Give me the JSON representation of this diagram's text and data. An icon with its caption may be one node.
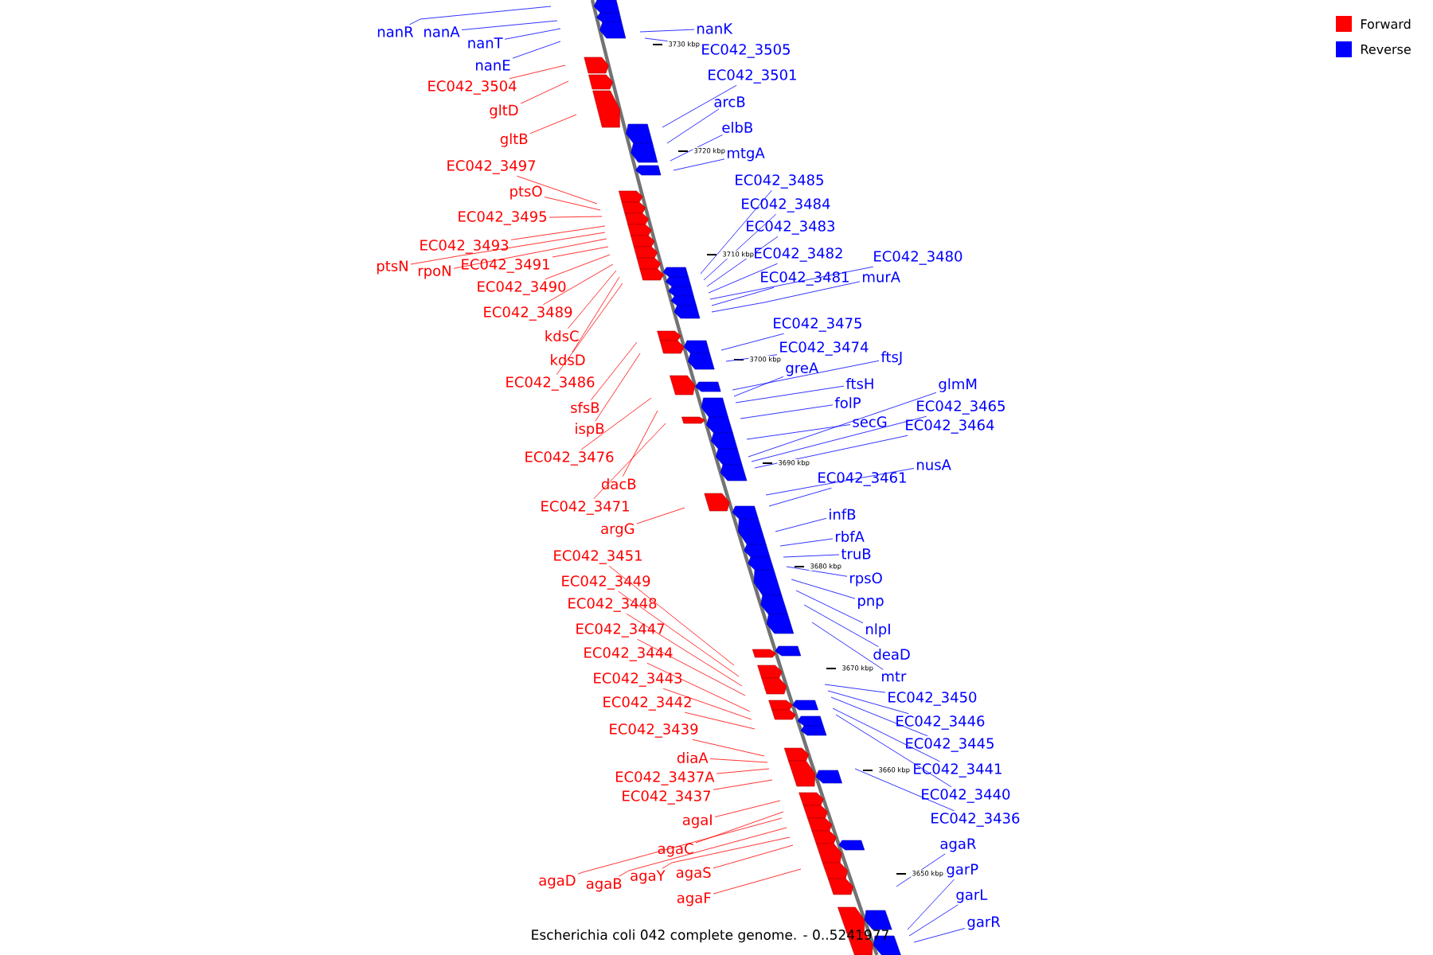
{
  "diagram": {
    "caption": "Escherichia coli 042 complete genome. - 0..5241977",
    "nodes": [
      {
        "text": [
          "nanR"
        ]
      },
      {
        "text": [
          "nanA"
        ]
      },
      {
        "text": [
          "nanT"
        ]
      },
      {
        "text": [
          "nanE"
        ]
      },
      {
        "text": [
          "EC042_3504"
        ]
      },
      {
        "text": [
          "gltD"
        ]
      },
      {
        "text": [
          "gltB"
        ]
      },
      {
        "text": [
          "EC042_3497"
        ]
      },
      {
        "text": [
          "ptsO"
        ]
      },
      {
        "text": [
          "EC042_3495"
        ]
      },
      {
        "text": [
          "EC042_3493"
        ]
      },
      {
        "text": [
          "ptsN"
        ]
      },
      {
        "text": [
          "rpoN"
        ]
      },
      {
        "text": [
          "EC042_3491"
        ]
      },
      {
        "text": [
          "EC042_3490"
        ]
      },
      {
        "text": [
          "EC042_3489"
        ]
      },
      {
        "text": [
          "kdsC"
        ]
      },
      {
        "text": [
          "kdsD"
        ]
      },
      {
        "text": [
          "EC042_3486"
        ]
      },
      {
        "text": [
          "sfsB"
        ]
      },
      {
        "text": [
          "ispB"
        ]
      },
      {
        "text": [
          "EC042_3476"
        ]
      },
      {
        "text": [
          "dacB"
        ]
      },
      {
        "text": [
          "EC042_3471"
        ]
      },
      {
        "text": [
          "argG"
        ]
      },
      {
        "text": [
          "EC042_3451"
        ]
      },
      {
        "text": [
          "EC042_3449"
        ]
      },
      {
        "text": [
          "EC042_3448"
        ]
      },
      {
        "text": [
          "EC042_3447"
        ]
      },
      {
        "text": [
          "EC042_3444"
        ]
      },
      {
        "text": [
          "EC042_3443"
        ]
      },
      {
        "text": [
          "EC042_3442"
        ]
      },
      {
        "text": [
          "EC042_3439"
        ]
      },
      {
        "text": [
          "diaA"
        ]
      },
      {
        "text": [
          "EC042_3437A"
        ]
      },
      {
        "text": [
          "EC042_3437"
        ]
      },
      {
        "text": [
          "agaI"
        ]
      },
      {
        "text": [
          "agaC"
        ]
      },
      {
        "text": [
          "agaD"
        ]
      },
      {
        "text": [
          "agaB"
        ]
      },
      {
        "text": [
          "agaY"
        ]
      },
      {
        "text": [
          "agaS"
        ]
      },
      {
        "text": [
          "agaF"
        ]
      },
      {
        "text": [
          "nanK"
        ]
      },
      {
        "text": [
          "EC042_3505"
        ]
      },
      {
        "text": [
          "EC042_3501"
        ]
      },
      {
        "text": [
          "arcB"
        ]
      },
      {
        "text": [
          "elbB"
        ]
      },
      {
        "text": [
          "mtgA"
        ]
      },
      {
        "text": [
          "EC042_3485"
        ]
      },
      {
        "text": [
          "EC042_3484"
        ]
      },
      {
        "text": [
          "EC042_3483"
        ]
      },
      {
        "text": [
          "EC042_3482"
        ]
      },
      {
        "text": [
          "EC042_3480"
        ]
      },
      {
        "text": [
          "EC042_3481"
        ]
      },
      {
        "text": [
          "murA"
        ]
      },
      {
        "text": [
          "EC042_3475"
        ]
      },
      {
        "text": [
          "EC042_3474"
        ]
      },
      {
        "text": [
          "ftsJ"
        ]
      },
      {
        "text": [
          "greA"
        ]
      },
      {
        "text": [
          "ftsH"
        ]
      },
      {
        "text": [
          "glmM"
        ]
      },
      {
        "text": [
          "folP"
        ]
      },
      {
        "text": [
          "EC042_3465"
        ]
      },
      {
        "text": [
          "secG"
        ]
      },
      {
        "text": [
          "EC042_3464"
        ]
      },
      {
        "text": [
          "nusA"
        ]
      },
      {
        "text": [
          "EC042_3461"
        ]
      },
      {
        "text": [
          "infB"
        ]
      },
      {
        "text": [
          "rbfA"
        ]
      },
      {
        "text": [
          "truB"
        ]
      },
      {
        "text": [
          "rpsO"
        ]
      },
      {
        "text": [
          "pnp"
        ]
      },
      {
        "text": [
          "nlpI"
        ]
      },
      {
        "text": [
          "deaD"
        ]
      },
      {
        "text": [
          "mtr"
        ]
      },
      {
        "text": [
          "EC042_3450"
        ]
      },
      {
        "text": [
          "EC042_3446"
        ]
      },
      {
        "text": [
          "EC042_3445"
        ]
      },
      {
        "text": [
          "EC042_3441"
        ]
      },
      {
        "text": [
          "EC042_3440"
        ]
      },
      {
        "text": [
          "EC042_3436"
        ]
      },
      {
        "text": [
          "agaR"
        ]
      },
      {
        "text": [
          "garP"
        ]
      },
      {
        "text": [
          "garL"
        ]
      },
      {
        "text": [
          "garR"
        ]
      }
    ],
    "edges": [
      {
        "from": 0,
        "to": null,
        "arrow": "none",
        "color": "#0000ff"
      },
      {
        "from": 1,
        "to": null,
        "arrow": "none",
        "color": "#0000ff"
      },
      {
        "from": 2,
        "to": null,
        "arrow": "none",
        "color": "#0000ff"
      },
      {
        "from": 3,
        "to": null,
        "arrow": "none",
        "color": "#0000ff"
      },
      {
        "from": 4,
        "to": null,
        "arrow": "none",
        "color": "#ff0000"
      },
      {
        "from": 5,
        "to": null,
        "arrow": "none",
        "color": "#ff0000"
      },
      {
        "from": 6,
        "to": null,
        "arrow": "none",
        "color": "#ff0000"
      },
      {
        "from": 7,
        "to": null,
        "arrow": "none",
        "color": "#ff0000"
      },
      {
        "from": 8,
        "to": null,
        "arrow": "none",
        "color": "#ff0000"
      },
      {
        "from": 9,
        "to": null,
        "arrow": "none",
        "color": "#ff0000"
      },
      {
        "from": 10,
        "to": null,
        "arrow": "none",
        "color": "#ff0000"
      },
      {
        "from": 11,
        "to": null,
        "arrow": "none",
        "color": "#ff0000"
      },
      {
        "from": 12,
        "to": null,
        "arrow": "none",
        "color": "#ff0000"
      },
      {
        "from": 13,
        "to": null,
        "arrow": "none",
        "color": "#ff0000"
      },
      {
        "from": 14,
        "to": null,
        "arrow": "none",
        "color": "#ff0000"
      },
      {
        "from": 15,
        "to": null,
        "arrow": "none",
        "color": "#ff0000"
      },
      {
        "from": 16,
        "to": null,
        "arrow": "none",
        "color": "#ff0000"
      },
      {
        "from": 17,
        "to": null,
        "arrow": "none",
        "color": "#ff0000"
      },
      {
        "from": 18,
        "to": null,
        "arrow": "none",
        "color": "#ff0000"
      },
      {
        "from": 19,
        "to": null,
        "arrow": "none",
        "color": "#ff0000"
      },
      {
        "from": 20,
        "to": null,
        "arrow": "none",
        "color": "#ff0000"
      },
      {
        "from": 21,
        "to": null,
        "arrow": "none",
        "color": "#ff0000"
      },
      {
        "from": 22,
        "to": null,
        "arrow": "none",
        "color": "#ff0000"
      },
      {
        "from": 23,
        "to": null,
        "arrow": "none",
        "color": "#ff0000"
      },
      {
        "from": 24,
        "to": null,
        "arrow": "none",
        "color": "#ff0000"
      },
      {
        "from": 25,
        "to": null,
        "arrow": "none",
        "color": "#ff0000"
      },
      {
        "from": 26,
        "to": null,
        "arrow": "none",
        "color": "#ff0000"
      },
      {
        "from": 27,
        "to": null,
        "arrow": "none",
        "color": "#ff0000"
      },
      {
        "from": 28,
        "to": null,
        "arrow": "none",
        "color": "#ff0000"
      },
      {
        "from": 29,
        "to": null,
        "arrow": "none",
        "color": "#ff0000"
      },
      {
        "from": 30,
        "to": null,
        "arrow": "none",
        "color": "#ff0000"
      },
      {
        "from": 31,
        "to": null,
        "arrow": "none",
        "color": "#ff0000"
      },
      {
        "from": 32,
        "to": null,
        "arrow": "none",
        "color": "#ff0000"
      },
      {
        "from": 33,
        "to": null,
        "arrow": "none",
        "color": "#ff0000"
      },
      {
        "from": 34,
        "to": null,
        "arrow": "none",
        "color": "#ff0000"
      },
      {
        "from": 35,
        "to": null,
        "arrow": "none",
        "color": "#ff0000"
      },
      {
        "from": 36,
        "to": null,
        "arrow": "none",
        "color": "#ff0000"
      },
      {
        "from": 37,
        "to": null,
        "arrow": "none",
        "color": "#ff0000"
      },
      {
        "from": 38,
        "to": null,
        "arrow": "none",
        "color": "#ff0000"
      },
      {
        "from": 39,
        "to": null,
        "arrow": "none",
        "color": "#ff0000"
      },
      {
        "from": 40,
        "to": null,
        "arrow": "none",
        "color": "#ff0000"
      },
      {
        "from": 41,
        "to": null,
        "arrow": "none",
        "color": "#ff0000"
      },
      {
        "from": 42,
        "to": null,
        "arrow": "none",
        "color": "#ff0000"
      },
      {
        "from": 43,
        "to": null,
        "arrow": "none",
        "color": "#0000ff"
      },
      {
        "from": 44,
        "to": null,
        "arrow": "none",
        "color": "#0000ff"
      },
      {
        "from": 45,
        "to": null,
        "arrow": "none",
        "color": "#0000ff"
      },
      {
        "from": 46,
        "to": null,
        "arrow": "none",
        "color": "#0000ff"
      },
      {
        "from": 47,
        "to": null,
        "arrow": "none",
        "color": "#0000ff"
      },
      {
        "from": 48,
        "to": null,
        "arrow": "none",
        "color": "#0000ff"
      },
      {
        "from": 49,
        "to": null,
        "arrow": "none",
        "color": "#0000ff"
      },
      {
        "from": 50,
        "to": null,
        "arrow": "none",
        "color": "#0000ff"
      },
      {
        "from": 51,
        "to": null,
        "arrow": "none",
        "color": "#0000ff"
      },
      {
        "from": 52,
        "to": null,
        "arrow": "none",
        "color": "#0000ff"
      },
      {
        "from": 53,
        "to": null,
        "arrow": "none",
        "color": "#0000ff"
      },
      {
        "from": 54,
        "to": null,
        "arrow": "none",
        "color": "#0000ff"
      },
      {
        "from": 55,
        "to": null,
        "arrow": "none",
        "color": "#0000ff"
      },
      {
        "from": 56,
        "to": null,
        "arrow": "none",
        "color": "#0000ff"
      },
      {
        "from": 57,
        "to": null,
        "arrow": "none",
        "color": "#0000ff"
      },
      {
        "from": 58,
        "to": null,
        "arrow": "none",
        "color": "#0000ff"
      },
      {
        "from": 59,
        "to": null,
        "arrow": "none",
        "color": "#0000ff"
      },
      {
        "from": 60,
        "to": null,
        "arrow": "none",
        "color": "#0000ff"
      },
      {
        "from": 61,
        "to": null,
        "arrow": "none",
        "color": "#0000ff"
      },
      {
        "from": 62,
        "to": null,
        "arrow": "none",
        "color": "#0000ff"
      },
      {
        "from": 63,
        "to": null,
        "arrow": "none",
        "color": "#0000ff"
      },
      {
        "from": 64,
        "to": null,
        "arrow": "none",
        "color": "#0000ff"
      },
      {
        "from": 65,
        "to": null,
        "arrow": "none",
        "color": "#0000ff"
      },
      {
        "from": 66,
        "to": null,
        "arrow": "none",
        "color": "#0000ff"
      },
      {
        "from": 67,
        "to": null,
        "arrow": "none",
        "color": "#0000ff"
      },
      {
        "from": 68,
        "to": null,
        "arrow": "none",
        "color": "#0000ff"
      },
      {
        "from": 69,
        "to": null,
        "arrow": "none",
        "color": "#0000ff"
      },
      {
        "from": 70,
        "to": null,
        "arrow": "none",
        "color": "#0000ff"
      },
      {
        "from": 71,
        "to": null,
        "arrow": "none",
        "color": "#0000ff"
      },
      {
        "from": 72,
        "to": null,
        "arrow": "none",
        "color": "#0000ff"
      },
      {
        "from": 73,
        "to": null,
        "arrow": "none",
        "color": "#0000ff"
      },
      {
        "from": 74,
        "to": null,
        "arrow": "none",
        "color": "#0000ff"
      },
      {
        "from": 75,
        "to": null,
        "arrow": "none",
        "color": "#0000ff"
      },
      {
        "from": 76,
        "to": null,
        "arrow": "none",
        "color": "#0000ff"
      },
      {
        "from": 77,
        "to": null,
        "arrow": "none",
        "color": "#0000ff"
      },
      {
        "from": 78,
        "to": null,
        "arrow": "none",
        "color": "#0000ff"
      },
      {
        "from": 79,
        "to": null,
        "arrow": "none",
        "color": "#0000ff"
      },
      {
        "from": 80,
        "to": null,
        "arrow": "none",
        "color": "#0000ff"
      },
      {
        "from": 81,
        "to": null,
        "arrow": "none",
        "color": "#0000ff"
      },
      {
        "from": 82,
        "to": null,
        "arrow": "none",
        "color": "#0000ff"
      },
      {
        "from": 83,
        "to": null,
        "arrow": "none",
        "color": "#0000ff"
      },
      {
        "from": 84,
        "to": null,
        "arrow": "none",
        "color": "#0000ff"
      },
      {
        "from": 85,
        "to": null,
        "arrow": "none",
        "color": "#0000ff"
      }
    ],
    "labels": [
      "3730 kbp",
      "3720 kbp",
      "3710 kbp",
      "3700 kbp",
      "3690 kbp",
      "3680 kbp",
      "3670 kbp",
      "3660 kbp",
      "3650 kbp"
    ],
    "legend": [
      {
        "text": "Forward",
        "color": "#ff0000"
      },
      {
        "text": "Reverse",
        "color": "#0000ff"
      }
    ]
  }
}
